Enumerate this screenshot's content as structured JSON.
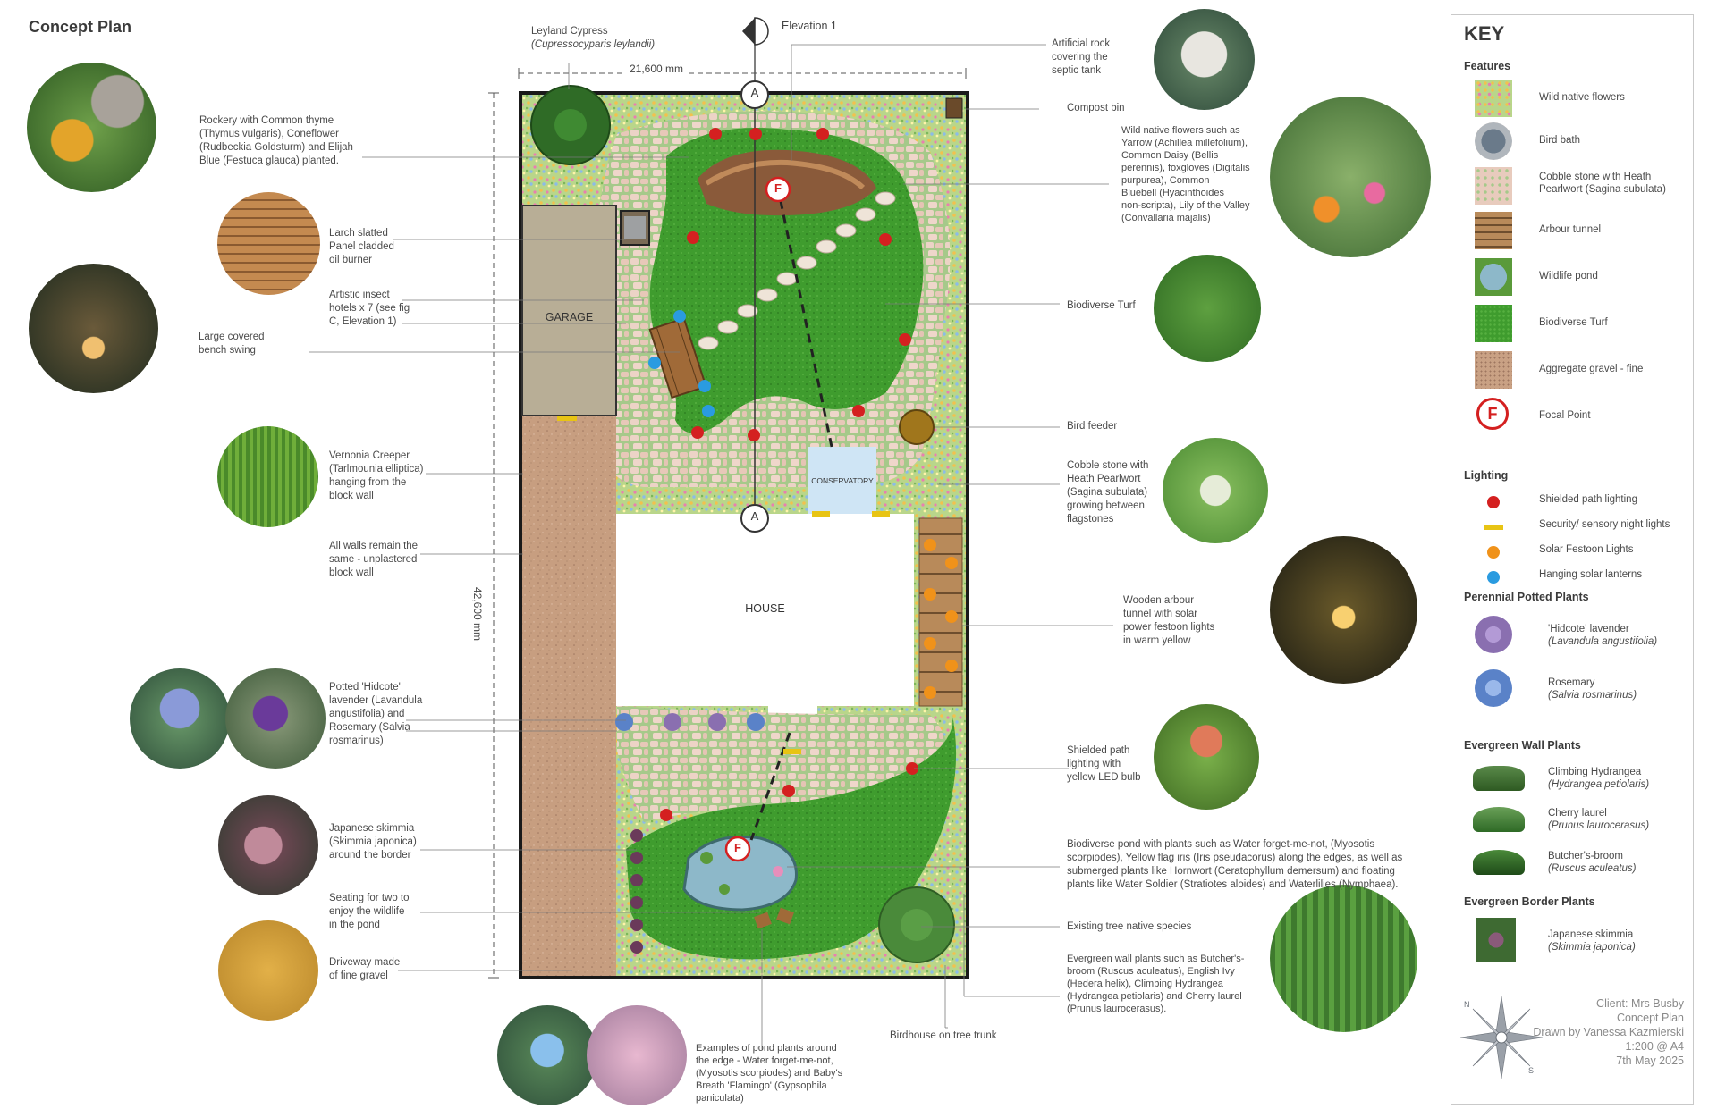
{
  "page_title": "Concept Plan",
  "elevation_label": "Elevation 1",
  "section_marker": "A",
  "dimensions": {
    "width": "21,600 mm",
    "height": "42,600 mm"
  },
  "plan_labels": {
    "garage": "GARAGE",
    "house": "HOUSE",
    "conservatory": "CONSERVATORY",
    "focal": "F"
  },
  "left_annotations": {
    "rockery": [
      "Rockery with Common thyme",
      "(Thymus vulgaris), Coneflower",
      "(Rudbeckia Goldsturm) and Elijah",
      "Blue (Festuca glauca) planted."
    ],
    "larch": [
      "Larch slatted",
      "Panel cladded",
      "oil burner"
    ],
    "insect": [
      "Artistic insect",
      "hotels x 7 (see fig",
      "C, Elevation 1)"
    ],
    "bench": [
      "Large covered",
      "bench swing"
    ],
    "vernonia": [
      "Vernonia Creeper",
      "(Tarlmounia elliptica)",
      "hanging from the",
      "block wall"
    ],
    "walls": [
      "All walls remain the",
      "same - unplastered",
      "block wall"
    ],
    "potted": [
      "Potted 'Hidcote'",
      "lavender (Lavandula",
      "angustifolia) and",
      "Rosemary (Salvia",
      "rosmarinus)"
    ],
    "skimmia": [
      "Japanese skimmia",
      "(Skimmia japonica)",
      "around the border"
    ],
    "seating": [
      "Seating for two to",
      "enjoy the wildlife",
      "in the pond"
    ],
    "driveway": [
      "Driveway made",
      "of fine gravel"
    ]
  },
  "top_annotations": {
    "cypress": [
      "Leyland Cypress",
      "(Cupressocyparis leylandii)"
    ]
  },
  "right_annotations": {
    "rock": [
      "Artificial rock",
      "covering the",
      "septic tank"
    ],
    "compost": [
      "Compost bin"
    ],
    "wildflowers": [
      "Wild native flowers such as",
      "Yarrow (Achillea millefolium),",
      "Common Daisy (Bellis",
      "perennis), foxgloves (Digitalis",
      "purpurea), Common",
      "Bluebell (Hyacinthoides",
      "non-scripta), Lily of the Valley",
      "(Convallaria majalis)"
    ],
    "turf": [
      "Biodiverse Turf"
    ],
    "feeder": [
      "Bird feeder"
    ],
    "cobble": [
      "Cobble stone with",
      "Heath Pearlwort",
      "(Sagina subulata)",
      "growing between",
      "flagstones"
    ],
    "arbour": [
      "Wooden arbour",
      "tunnel with solar",
      "power festoon lights",
      "in warm yellow"
    ],
    "shielded": [
      "Shielded path",
      "lighting with",
      "yellow LED bulb"
    ],
    "pond": [
      "Biodiverse pond with plants such as Water forget-me-not, (Myosotis",
      "scorpiodes), Yellow flag iris (Iris pseudacorus) along the edges, as well as",
      "submerged plants like Hornwort (Ceratophyllum demersum) and floating",
      "plants like Water Soldier (Stratiotes aloides) and Waterlilies (Nymphaea)."
    ],
    "existing_tree": [
      "Existing tree native species"
    ],
    "evergreen_wall": [
      "Evergreen wall plants such as Butcher's-",
      "broom (Ruscus aculeatus), English Ivy",
      "(Hedera helix), Climbing Hydrangea",
      "(Hydrangea petiolaris) and Cherry laurel",
      "(Prunus laurocerasus)."
    ]
  },
  "bottom_annotations": {
    "birdhouse": [
      "Birdhouse on tree trunk"
    ],
    "pond_plants": [
      "Examples of pond plants around",
      "the edge - Water forget-me-not,",
      "(Myosotis scorpiodes) and Baby's",
      "Breath 'Flamingo' (Gypsophila",
      "paniculata)"
    ]
  },
  "key": {
    "title": "KEY",
    "features_heading": "Features",
    "features": [
      {
        "label": "Wild native flowers",
        "swatch": "wildflower"
      },
      {
        "label": "Bird bath",
        "swatch": "birdbath"
      },
      {
        "label": "Cobble stone with Heath Pearlwort (Sagina subulata)",
        "swatch": "cobble"
      },
      {
        "label": "Arbour tunnel",
        "swatch": "arbour"
      },
      {
        "label": "Wildlife pond",
        "swatch": "pond"
      },
      {
        "label": "Biodiverse Turf",
        "swatch": "turf"
      },
      {
        "label": "Aggregate gravel - fine",
        "swatch": "gravel"
      },
      {
        "label": "Focal Point",
        "swatch": "focal"
      }
    ],
    "lighting_heading": "Lighting",
    "lighting": [
      {
        "label": "Shielded path lighting",
        "color": "#d42020",
        "shape": "dot"
      },
      {
        "label": "Security/ sensory night lights",
        "color": "#e8c414",
        "shape": "bar"
      },
      {
        "label": "Solar Festoon Lights",
        "color": "#f0921a",
        "shape": "dot"
      },
      {
        "label": "Hanging solar lanterns",
        "color": "#2a9be0",
        "shape": "dot"
      }
    ],
    "perennial_heading": "Perennial Potted Plants",
    "perennial": [
      {
        "label": "'Hidcote' lavender",
        "latin": "(Lavandula angustifolia)",
        "color": "#8a6fb0"
      },
      {
        "label": "Rosemary",
        "latin": "(Salvia rosmarinus)",
        "color": "#5a82c8"
      }
    ],
    "wall_heading": "Evergreen Wall Plants",
    "wall": [
      {
        "label": "Climbing Hydrangea",
        "latin": "(Hydrangea petiolaris)"
      },
      {
        "label": "Cherry laurel",
        "latin": "(Prunus laurocerasus)"
      },
      {
        "label": "Butcher's-broom",
        "latin": "(Ruscus aculeatus)"
      }
    ],
    "border_heading": "Evergreen Border Plants",
    "border": [
      {
        "label": "Japanese skimmia",
        "latin": "(Skimmia japonica)"
      }
    ]
  },
  "credits": [
    "Client: Mrs Busby",
    "Concept Plan",
    "Drawn by Vanessa Kazmierski",
    "1:200 @ A4",
    "7th May 2025"
  ],
  "compass_letters": [
    "N",
    "S"
  ],
  "colors": {
    "turf": "#3d9a2c",
    "gravel": "#c9a184",
    "cobble": "#e8cbbd",
    "garage": "#b8ae96",
    "conservatory": "#cfe5f5",
    "shielded_light": "#d42020",
    "security_light": "#e8c414",
    "festoon_light": "#f0921a",
    "lantern": "#2a9be0"
  }
}
